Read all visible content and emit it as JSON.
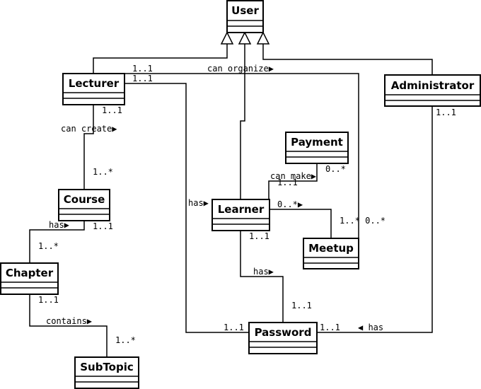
{
  "classes": {
    "user": "User",
    "lecturer": "Lecturer",
    "administrator": "Administrator",
    "payment": "Payment",
    "course": "Course",
    "learner": "Learner",
    "meetup": "Meetup",
    "chapter": "Chapter",
    "password": "Password",
    "subtopic": "SubTopic"
  },
  "labels": {
    "lec_org_mult1": "1..1",
    "lec_org_mult2": "1..1",
    "can_organize": "can organize▶",
    "lec_course_mult": "1..1",
    "can_create": "can create▶",
    "course_mult": "1..*",
    "admin_mult": "1..1",
    "payment_mult": "0..*",
    "can_make": "can make▶",
    "learner_pay_mult": "1..1",
    "has_learner": "has▶",
    "learner_meet_mult": "0..*▶",
    "course_chapter_mult": "1..1",
    "has_chapter": "has▶",
    "meetup_mult": "1..* 0..*",
    "chapter_mult": "1..*",
    "learner_pw_mult": "1..1",
    "has_pw": "has▶",
    "chapter_sub_mult": "1..1",
    "pw_learner_mult": "1..1",
    "contains": "contains▶",
    "pw_left_mult": "1..1",
    "pw_right_mult": "1..1",
    "has_admin": "◀ has",
    "subtopic_mult": "1..*"
  }
}
